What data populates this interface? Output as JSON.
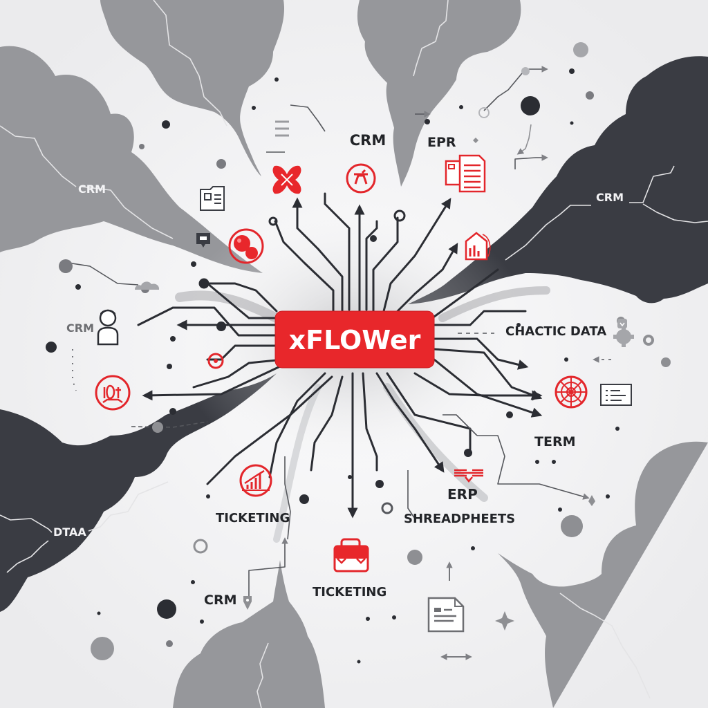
{
  "hub": {
    "label": "xFLOWer",
    "color": "#e8272b"
  },
  "labels": {
    "crm_top": "CRM",
    "epr_top": "EPR",
    "crm_left_cloud": "CRM",
    "crm_right_cloud": "CRM",
    "crm_left_user": "CRM",
    "chactic_data": "CHACTIC DATA",
    "term": "TERM",
    "erp": "ERP",
    "shreadpheets": "SHREADPHEETS",
    "ticketing_left": "TICKETING",
    "ticketing_center": "TICKETING",
    "crm_bottom": "CRM",
    "dtaa": "DTAA"
  },
  "colors": {
    "accent_red": "#e8272b",
    "cloud_light": "#96979b",
    "cloud_dark": "#3a3c43",
    "background": "#f2f2f3",
    "trace": "#2b2d33"
  },
  "icons": [
    "x-cross-icon",
    "crm-circle-icon",
    "documents-icon",
    "id-card-icon",
    "chat-bubble-icon",
    "bubbles-circle-icon",
    "cloud-icon",
    "house-chart-icon",
    "user-icon",
    "target-circle-icon",
    "radar-web-icon",
    "list-card-icon",
    "growth-chart-icon",
    "briefcase-icon",
    "spreadsheet-sign-icon",
    "file-doc-icon",
    "menu-lines-icon",
    "gear-icon",
    "download-badge-icon"
  ]
}
